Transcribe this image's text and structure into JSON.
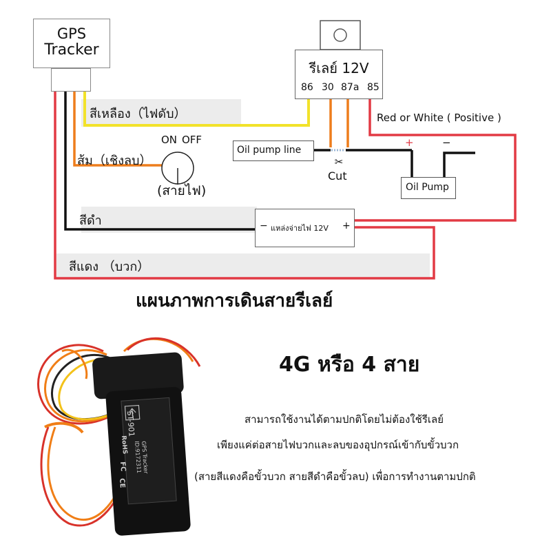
{
  "gps": {
    "label_line1": "GPS",
    "label_line2": "Tracker"
  },
  "relay": {
    "title": "รีเลย์ 12V",
    "pins": [
      "86",
      "30",
      "87a",
      "85"
    ]
  },
  "wires": {
    "yellow": "สีเหลือง（ไฟดับ）",
    "orange": "ส้ม（เชิงลบ）",
    "black": "สีดำ",
    "red": "สีแดง （บวก）",
    "positive": "Red or White ( Positive )"
  },
  "switch": {
    "on": "ON",
    "off": "OFF",
    "caption": "(สายไฟ)"
  },
  "oil_pump_line": "Oil pump line",
  "cut": "Cut",
  "oil_pump": {
    "label": "Oil Pump",
    "plus": "+",
    "minus": "−"
  },
  "power": {
    "minus": "−",
    "label": "แหล่งจ่ายไฟ 12V",
    "plus": "+"
  },
  "diagram_title": "แผนภาพการเดินสายรีเลย์",
  "product": {
    "model": "ST-901",
    "sub_label": "GPS Tracker",
    "id": "ID:9172311",
    "marks": [
      "RoHS",
      "FC",
      "CE"
    ]
  },
  "headline": "4G หรือ 4 สาย",
  "description": [
    "สามารถใช้งานได้ตามปกติโดยไม่ต้องใช้รีเลย์",
    "เพียงแค่ต่อสายไฟบวกและลบของอุปกรณ์เข้ากับขั้วบวก",
    "(สายสีแดงคือขั้วบวก สายสีดำคือขั้วลบ) เพื่อการทำงานตามปกติ"
  ],
  "colors": {
    "yellow": "#f2e22a",
    "orange": "#ee7d1c",
    "red": "#e23a44",
    "black": "#111111"
  }
}
